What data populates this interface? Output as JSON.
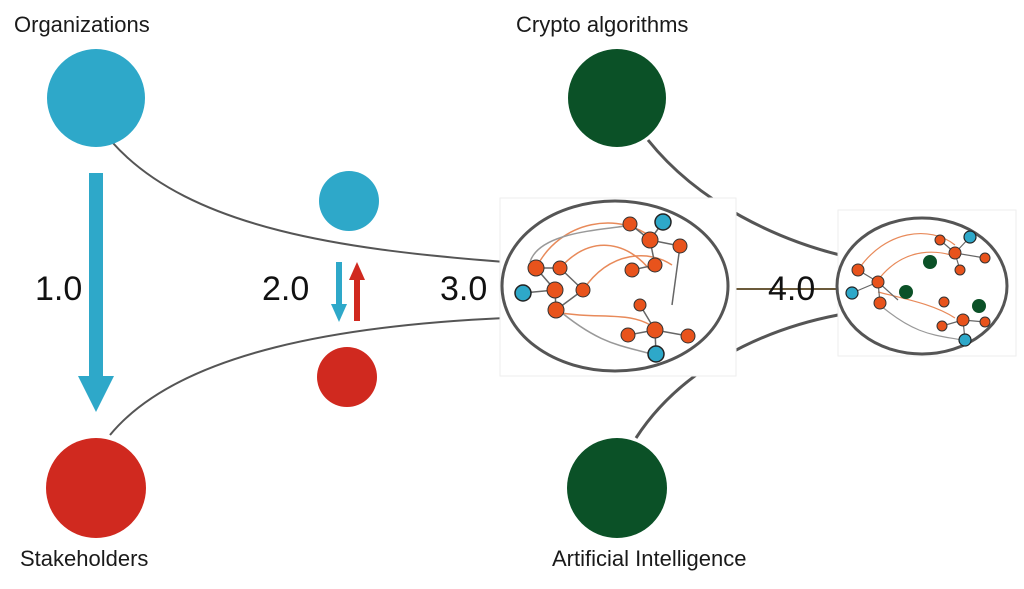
{
  "labels": {
    "organizations": "Organizations",
    "stakeholders": "Stakeholders",
    "crypto": "Crypto algorithms",
    "ai": "Artificial Intelligence"
  },
  "stages": {
    "s1": "1.0",
    "s2": "2.0",
    "s3": "3.0",
    "s4": "4.0"
  },
  "colors": {
    "blue": "#2ea8c9",
    "red": "#d0291f",
    "dark_green": "#0b5127",
    "orange": "#e8531c",
    "line": "#555555"
  }
}
